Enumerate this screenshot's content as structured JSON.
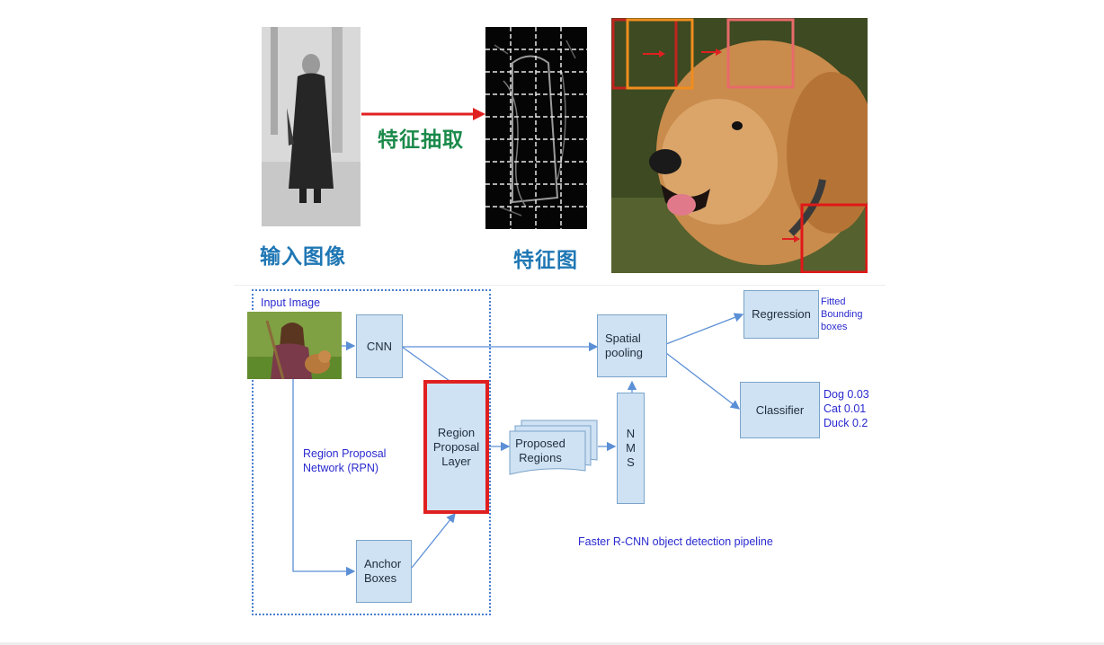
{
  "top": {
    "input_image_label": "输入图像",
    "feature_map_label": "特征图",
    "extraction_label": "特征抽取"
  },
  "pipeline": {
    "input_image": "Input Image",
    "cnn": "CNN",
    "region_proposal_layer": "Region\nProposal\nLayer",
    "proposed_regions": "Proposed\nRegions",
    "nms": "N\nM\nS",
    "spatial_pooling": "Spatial\npooling",
    "regression": "Regression",
    "classifier": "Classifier",
    "fitted_boxes": "Fitted\nBounding\nboxes",
    "class_scores": "Dog 0.03\nCat 0.01\nDuck 0.2",
    "rpn": "Region Proposal\nNetwork (RPN)",
    "anchor_boxes": "Anchor\nBoxes",
    "caption": "Faster R-CNN object detection pipeline"
  },
  "colors": {
    "box_fill": "#cfe2f3",
    "box_border": "#7aa3c9",
    "highlight_red": "#e02020",
    "label_blue": "#1f77b4",
    "label_green": "#1b8a4a",
    "text_blue": "#2a2ad0",
    "arrow_blue": "#5b8fd6"
  }
}
